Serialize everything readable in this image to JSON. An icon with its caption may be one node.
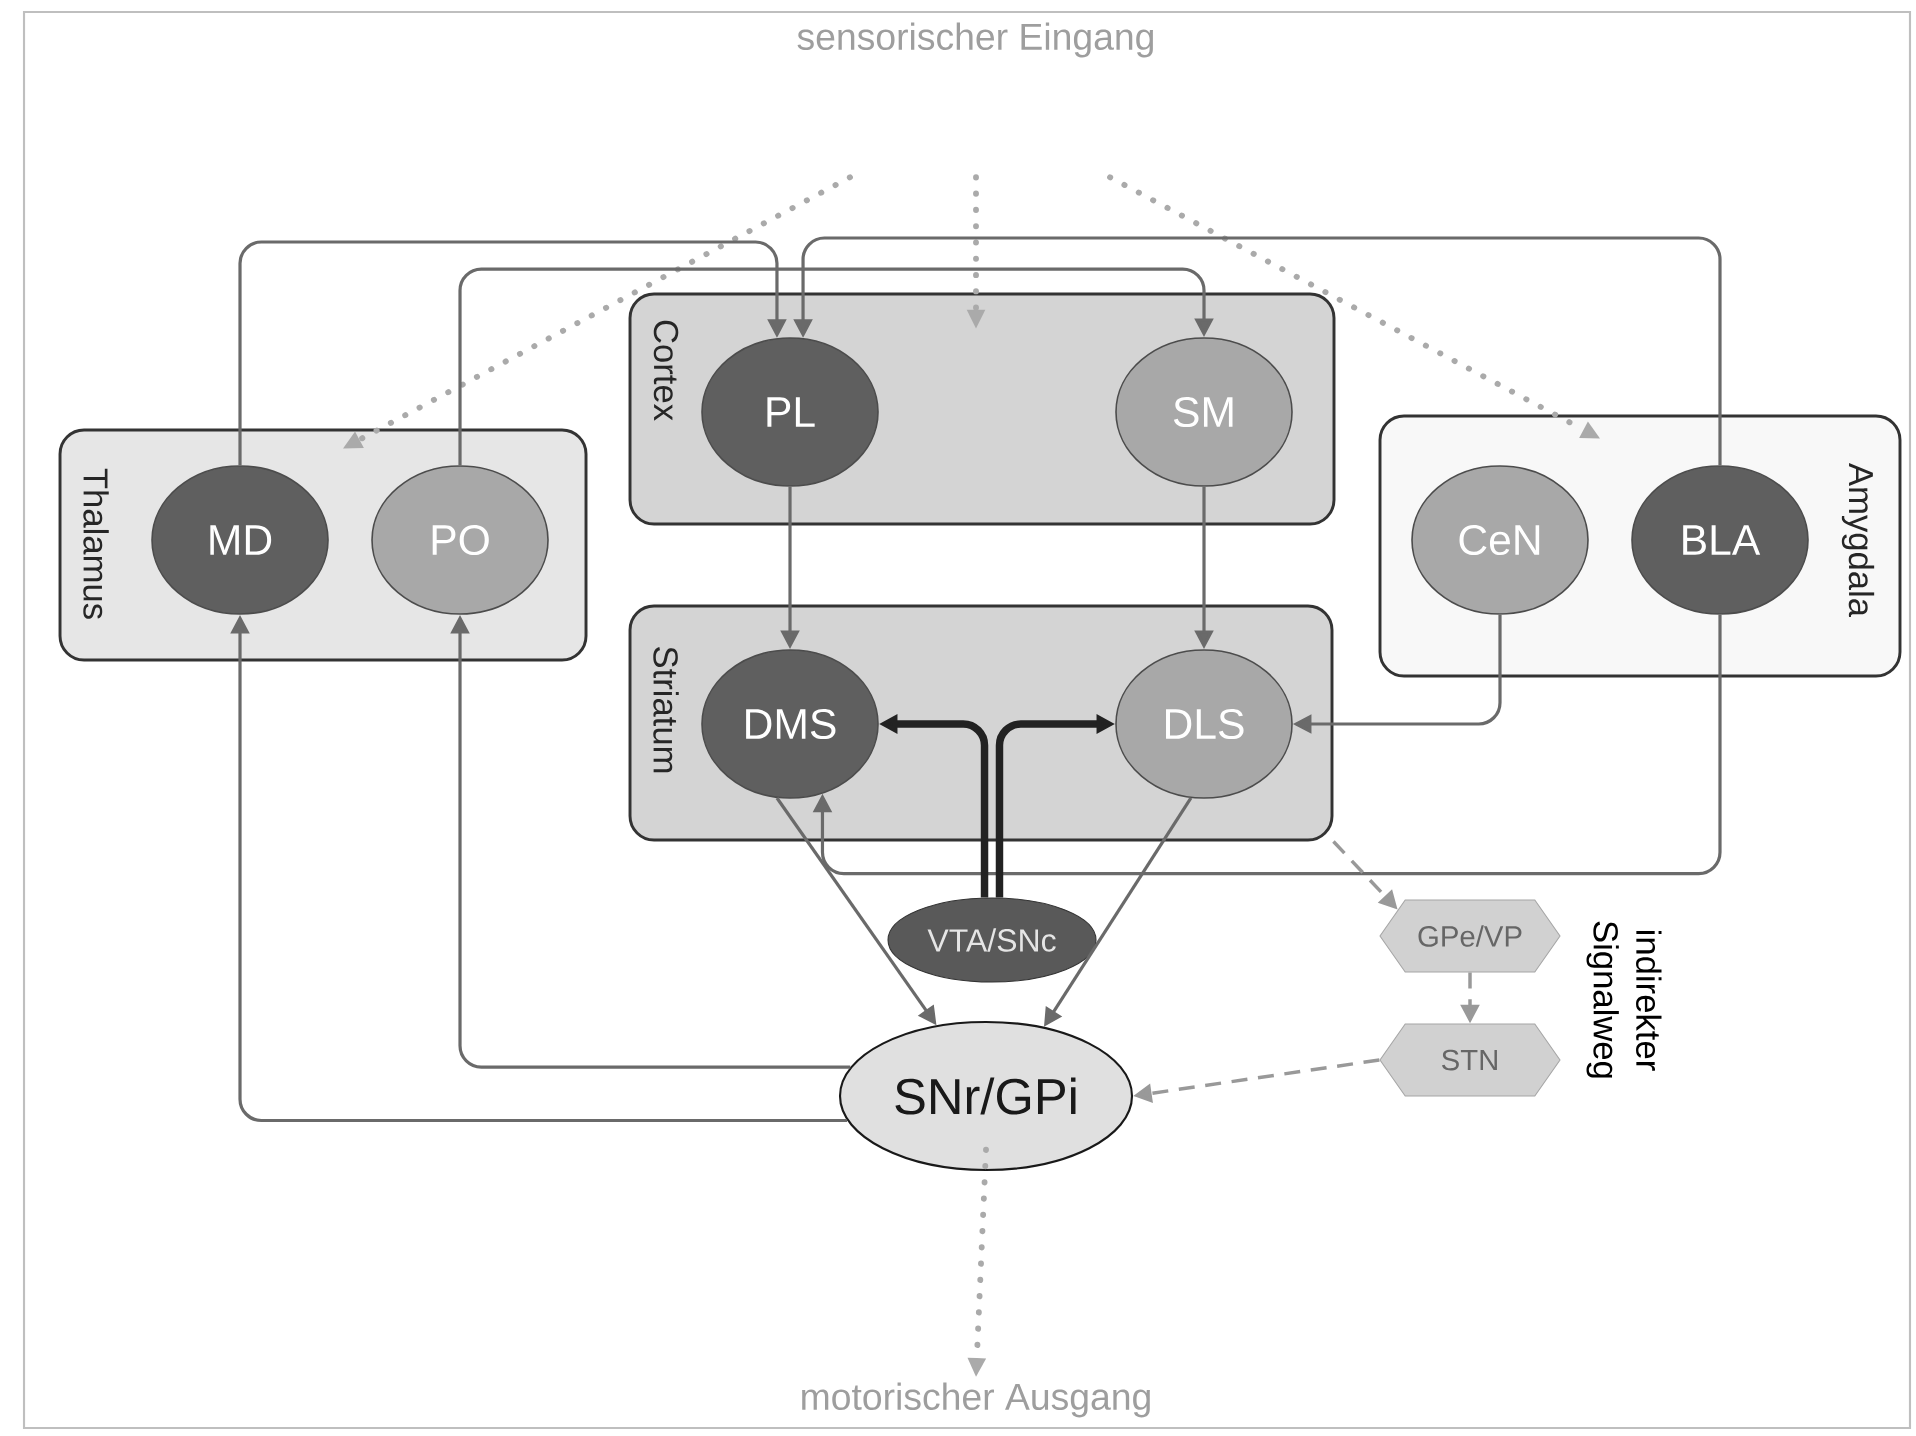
{
  "diagram": {
    "nodes": [
      {
        "text": [
          "sensorischer Eingang"
        ]
      },
      {
        "text": [
          "Thalamus"
        ]
      },
      {
        "text": [
          "MD"
        ],
        "in": 1
      },
      {
        "text": [
          "PO"
        ],
        "in": 1
      },
      {
        "text": [
          "Cortex"
        ]
      },
      {
        "text": [
          "PL"
        ],
        "in": 4
      },
      {
        "text": [
          "SM"
        ],
        "in": 4
      },
      {
        "text": [
          "Amygdala"
        ]
      },
      {
        "text": [
          "CeN"
        ],
        "in": 7
      },
      {
        "text": [
          "BLA"
        ],
        "in": 7
      },
      {
        "text": [
          "Striatum"
        ]
      },
      {
        "text": [
          "DMS"
        ],
        "in": 10
      },
      {
        "text": [
          "DLS"
        ],
        "in": 10
      },
      {
        "text": [
          "VTA/SNc"
        ]
      },
      {
        "text": [
          "GPe/VP"
        ]
      },
      {
        "text": [
          "STN"
        ]
      },
      {
        "text": [
          "SNr/GPi"
        ]
      },
      {
        "text": [
          "motorischer Ausgang"
        ]
      }
    ],
    "edges": [
      {
        "from": 0,
        "to": 1,
        "arrow": "to",
        "style": "dashed",
        "color": "#aaaaaa"
      },
      {
        "from": 0,
        "to": 4,
        "arrow": "to",
        "style": "dashed",
        "color": "#aaaaaa"
      },
      {
        "from": 0,
        "to": 7,
        "arrow": "to",
        "style": "dashed",
        "color": "#aaaaaa"
      },
      {
        "from": 2,
        "to": 5,
        "arrow": "to"
      },
      {
        "from": 3,
        "to": 6,
        "arrow": "to"
      },
      {
        "from": 9,
        "to": 5,
        "arrow": "to"
      },
      {
        "from": 5,
        "to": 11,
        "arrow": "to"
      },
      {
        "from": 6,
        "to": 12,
        "arrow": "to"
      },
      {
        "from": 8,
        "to": 12,
        "arrow": "to"
      },
      {
        "from": 9,
        "to": 11,
        "arrow": "to"
      },
      {
        "from": 13,
        "to": 11,
        "arrow": "to",
        "style": "thick",
        "color": "#222222"
      },
      {
        "from": 13,
        "to": 12,
        "arrow": "to",
        "style": "thick",
        "color": "#222222"
      },
      {
        "from": 11,
        "to": 16,
        "arrow": "to"
      },
      {
        "from": 12,
        "to": 16,
        "arrow": "to"
      },
      {
        "from": 16,
        "to": 2,
        "arrow": "to"
      },
      {
        "from": 16,
        "to": 3,
        "arrow": "to"
      },
      {
        "from": 10,
        "to": 14,
        "arrow": "to",
        "style": "dashed",
        "color": "#999999"
      },
      {
        "from": 14,
        "to": 15,
        "arrow": "to",
        "style": "dashed",
        "color": "#999999"
      },
      {
        "from": 15,
        "to": 16,
        "arrow": "to",
        "style": "dashed",
        "color": "#999999"
      },
      {
        "from": 16,
        "to": 17,
        "arrow": "to",
        "style": "dashed",
        "color": "#aaaaaa"
      }
    ],
    "labels": [
      "indirekter Signalweg"
    ]
  }
}
